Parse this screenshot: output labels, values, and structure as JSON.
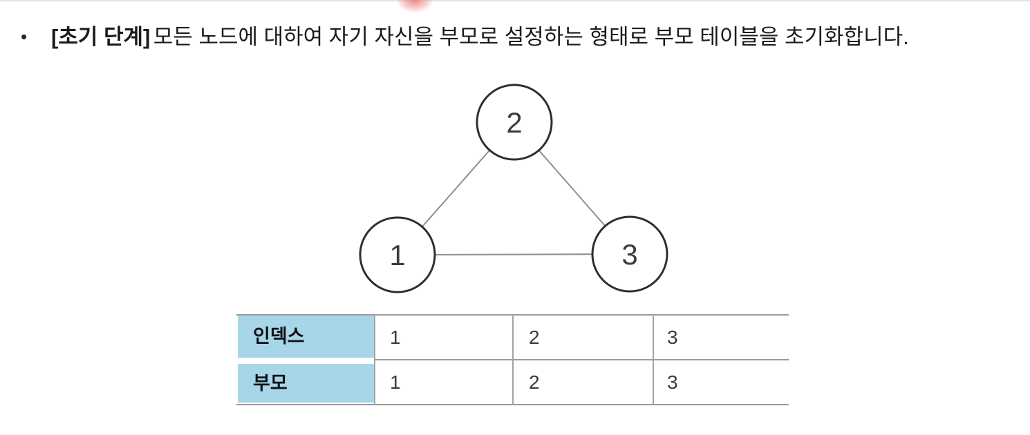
{
  "slide": {
    "bullet": {
      "marker": "•",
      "lead_bold": "[초기 단계]",
      "text": "모든 노드에 대하여 자기 자신을 부모로 설정하는 형태로 부모 테이블을 초기화합니다."
    },
    "pointer_color": "#eb6c6c"
  },
  "graph": {
    "nodes": [
      {
        "label": "1"
      },
      {
        "label": "2"
      },
      {
        "label": "3"
      }
    ],
    "edges": [
      "1-2",
      "2-3",
      "1-3"
    ]
  },
  "table": {
    "rows": [
      {
        "header": "인덱스",
        "values": [
          "1",
          "2",
          "3"
        ]
      },
      {
        "header": "부모",
        "values": [
          "1",
          "2",
          "3"
        ]
      }
    ],
    "colors": {
      "header_bg": "#a6d6e8",
      "border": "#9b9b9b"
    }
  }
}
